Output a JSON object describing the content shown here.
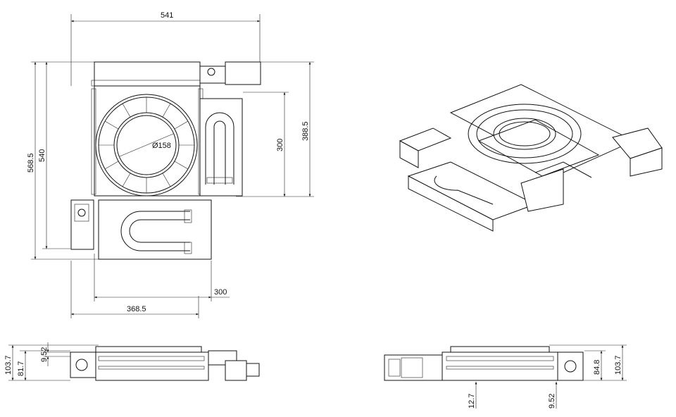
{
  "drawing": {
    "top_view": {
      "dim_overall_width": "541",
      "dim_overall_height": "568.5",
      "dim_height_540": "540",
      "dim_300_vertical": "300",
      "dim_388_5": "388.5",
      "dim_300_horizontal": "300",
      "dim_368_5": "368.5",
      "dim_diameter": "Ø158"
    },
    "front_view": {
      "dim_103_7": "103.7",
      "dim_81_7": "81.7",
      "dim_9_52": "9.52"
    },
    "side_view": {
      "dim_84_8": "84.8",
      "dim_103_7": "103.7",
      "dim_12_7": "12.7",
      "dim_9_52": "9.52"
    }
  }
}
